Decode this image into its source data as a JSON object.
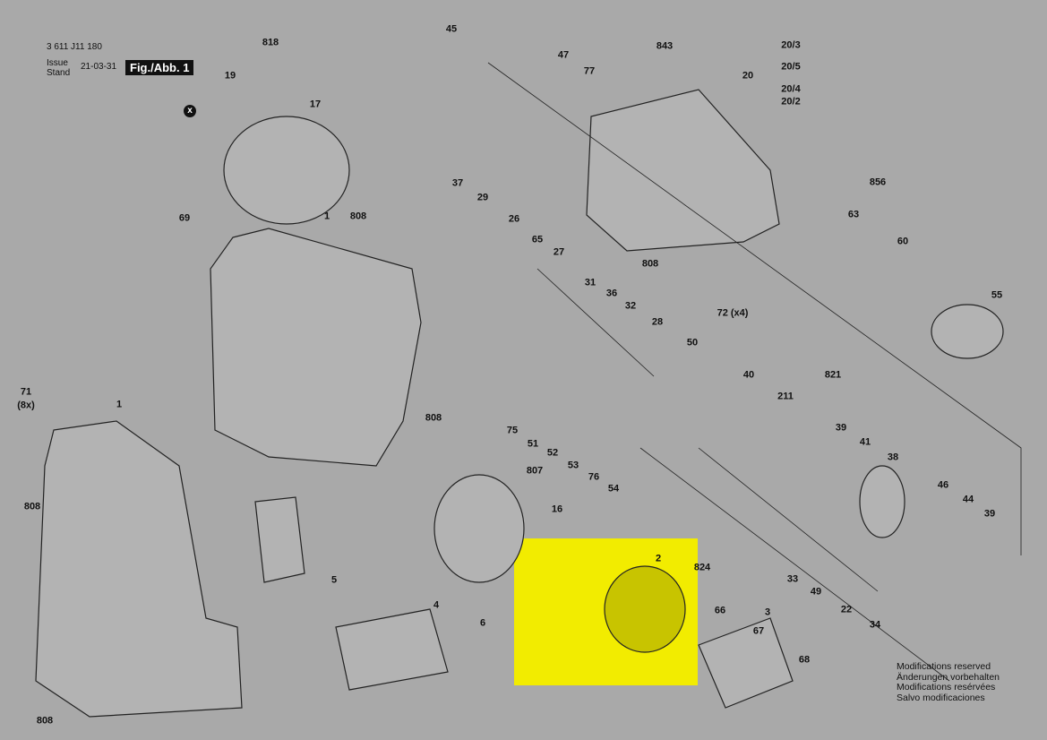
{
  "header": {
    "part_number": "3 611 J11 180",
    "issue_label": "Issue",
    "stand_label": "Stand",
    "date": "21-03-31",
    "figure": "Fig./Abb. 1"
  },
  "modifications": [
    "Modifications reserved",
    "Änderungen vorbehalten",
    "Modifications resérvées",
    "Salvo modificaciones"
  ],
  "highlight_color": "#f2ec00",
  "x_marker": "x",
  "labels": [
    "818",
    "19",
    "17",
    "69",
    "1",
    "808",
    "45",
    "47",
    "77",
    "843",
    "20/3",
    "20/5",
    "20",
    "20/4",
    "20/2",
    "856",
    "63",
    "60",
    "55",
    "37",
    "29",
    "26",
    "65",
    "27",
    "31",
    "36",
    "32",
    "28",
    "808",
    "72 (x4)",
    "50",
    "40",
    "211",
    "821",
    "39",
    "41",
    "38",
    "46",
    "44",
    "39",
    "71",
    "(8x)",
    "1",
    "808",
    "75",
    "51",
    "52",
    "53",
    "76",
    "54",
    "807",
    "16",
    "808",
    "5",
    "4",
    "6",
    "2",
    "824",
    "33",
    "49",
    "22",
    "34",
    "66",
    "3",
    "67",
    "68",
    "808"
  ]
}
